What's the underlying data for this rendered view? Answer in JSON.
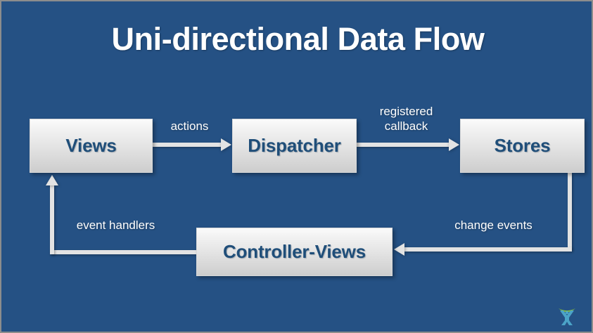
{
  "slide": {
    "title": "Uni-directional Data Flow",
    "background_color": "#255184",
    "box_text_color": "#1f4e79",
    "connector_color": "#e3e3e3",
    "title_color": "#ffffff"
  },
  "diagram": {
    "type": "flow",
    "nodes": [
      {
        "id": "views",
        "label": "Views"
      },
      {
        "id": "dispatcher",
        "label": "Dispatcher"
      },
      {
        "id": "stores",
        "label": "Stores"
      },
      {
        "id": "controller",
        "label": "Controller-Views"
      }
    ],
    "edges": [
      {
        "id": "actions",
        "from": "views",
        "to": "dispatcher",
        "label": "actions",
        "direction": "right"
      },
      {
        "id": "callback",
        "from": "dispatcher",
        "to": "stores",
        "label": "registered\ncallback",
        "direction": "right"
      },
      {
        "id": "change",
        "from": "stores",
        "to": "controller",
        "label": "change events",
        "direction": "left"
      },
      {
        "id": "events",
        "from": "controller",
        "to": "views",
        "label": "event handlers",
        "direction": "up"
      }
    ]
  },
  "logo": {
    "name": "brand-logo",
    "arc_color": "#8cc63f",
    "figure_color": "#4ba3c7"
  }
}
